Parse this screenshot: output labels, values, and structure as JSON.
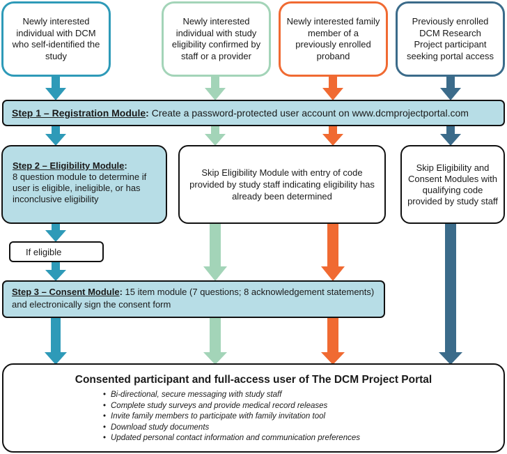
{
  "colors": {
    "teal": "#2e9ab8",
    "light_green": "#a3d4b8",
    "orange": "#f06a32",
    "slate_blue": "#3b6b8a",
    "step_fill": "#b7dde6"
  },
  "start_boxes": [
    {
      "text": "Newly interested individual with DCM who self-identified the study"
    },
    {
      "text": "Newly interested individual with study eligibility confirmed by staff or a provider"
    },
    {
      "text": "Newly interested family member of a previously enrolled proband"
    },
    {
      "text": "Previously enrolled DCM Research Project participant seeking portal access"
    }
  ],
  "step1": {
    "name": "Step 1 – Registration Module",
    "sep": ":",
    "desc": " Create a password-protected user account on www.dcmprojectportal.com"
  },
  "step2": {
    "name": "Step 2 – Eligibility Module",
    "sep": ":",
    "desc": "8 question module to determine if user is eligible, ineligible, or has inconclusive eligibility"
  },
  "skip_eligibility": {
    "text": "Skip Eligibility Module with entry of code provided by study staff indicating eligibility has already been determined"
  },
  "skip_both": {
    "text": "Skip Eligibility and Consent Modules with qualifying code provided by study staff"
  },
  "if_eligible": {
    "text": "If eligible"
  },
  "step3": {
    "name": "Step 3 – Consent Module",
    "sep": ":",
    "desc": " 15 item module (7 questions; 8 acknowledgement statements) and electronically sign the consent form"
  },
  "final": {
    "title": "Consented participant and full-access user of The DCM Project Portal",
    "bullets": [
      "Bi-directional, secure messaging with study staff",
      "Complete study surveys and provide medical record releases",
      "Invite family members to participate with family invitation tool",
      "Download study documents",
      "Updated personal contact information and communication preferences"
    ]
  }
}
